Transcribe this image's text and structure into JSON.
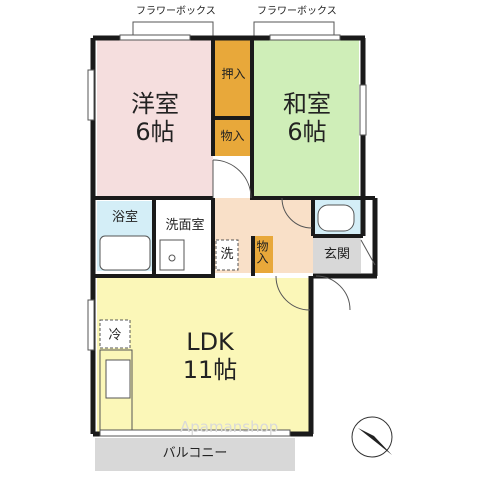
{
  "flower_box_left": "フラワーボックス",
  "flower_box_right": "フラワーボックス",
  "rooms": {
    "western": {
      "name": "洋室",
      "size": "6帖"
    },
    "japanese": {
      "name": "和室",
      "size": "6帖"
    },
    "ldk": {
      "name": "LDK",
      "size": "11帖"
    }
  },
  "closet_top": "押入",
  "closet_mid": "物入",
  "closet_hall": "物入",
  "bath": "浴室",
  "washroom": "洗面室",
  "washer": "洗",
  "entrance": "玄関",
  "fridge": "冷",
  "balcony": "バルコニー",
  "watermark": "Apamanshop",
  "colors": {
    "western": "#f5dede",
    "japanese": "#cfeeb8",
    "ldk": "#fbf7b8",
    "hall": "#f9e0c8",
    "bath": "#d4eef7",
    "closet": "#e8a83a",
    "entrance": "#d8d8d8",
    "wall": "#1a1a1a"
  }
}
